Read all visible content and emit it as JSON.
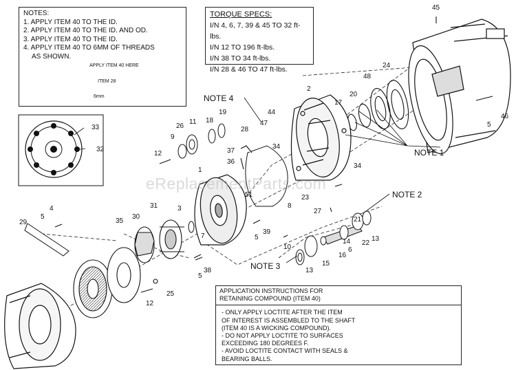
{
  "notes": {
    "title": "NOTES:",
    "lines": [
      "1. APPLY ITEM 40 TO THE ID.",
      "2. APPLY ITEM 40 TO THE ID. AND OD.",
      "3. APPLY ITEM 40 TO THE ID.",
      "4. APPLY ITEM 40 TO 6MM OF THREADS",
      "    AS SHOWN."
    ],
    "apply_label": "APPLY ITEM 40 HERE",
    "item_label": "ITEM 28",
    "dim_label": "6mm"
  },
  "torque": {
    "title": "TORQUE SPECS:",
    "lines": [
      "I/N 4, 6, 7, 39 & 45  TO 32 ft-lbs.",
      "I/N 12 TO 196 ft-lbs.",
      "I/N 38 TO 34 ft-lbs.",
      "I/N 28 & 46 TO 47 ft-lbs."
    ]
  },
  "application": {
    "title_lines": [
      "APPLICATION INSTRUCTIONS FOR",
      "RETAINING COMPOUND (ITEM 40)"
    ],
    "body_lines": [
      "- ONLY APPLY LOCTITE AFTER THE ITEM",
      "OF INTEREST IS ASSEMBLED TO THE SHAFT",
      "(ITEM 40 IS A WICKING COMPOUND).",
      "- DO NOT APPLY LOCTITE TO SURFACES",
      "EXCEEDING 180 DEGREES F.",
      "- AVOID LOCTITE CONTACT WITH SEALS &",
      "BEARING BALLS."
    ]
  },
  "callouts": {
    "note1": "NOTE 1",
    "note2": "NOTE 2",
    "note3": "NOTE 3",
    "note4": "NOTE 4"
  },
  "part_numbers": [
    "45",
    "24",
    "48",
    "2",
    "20",
    "17",
    "44",
    "47",
    "28",
    "11",
    "26",
    "18",
    "19",
    "9",
    "37",
    "36",
    "34",
    "12",
    "33",
    "32",
    "1",
    "51",
    "8",
    "23",
    "27",
    "46",
    "5",
    "4",
    "29",
    "35",
    "30",
    "31",
    "3",
    "7",
    "39",
    "38",
    "25",
    "10",
    "13",
    "15",
    "16",
    "6",
    "22",
    "14",
    "21"
  ],
  "watermark": "eReplacementParts.com"
}
